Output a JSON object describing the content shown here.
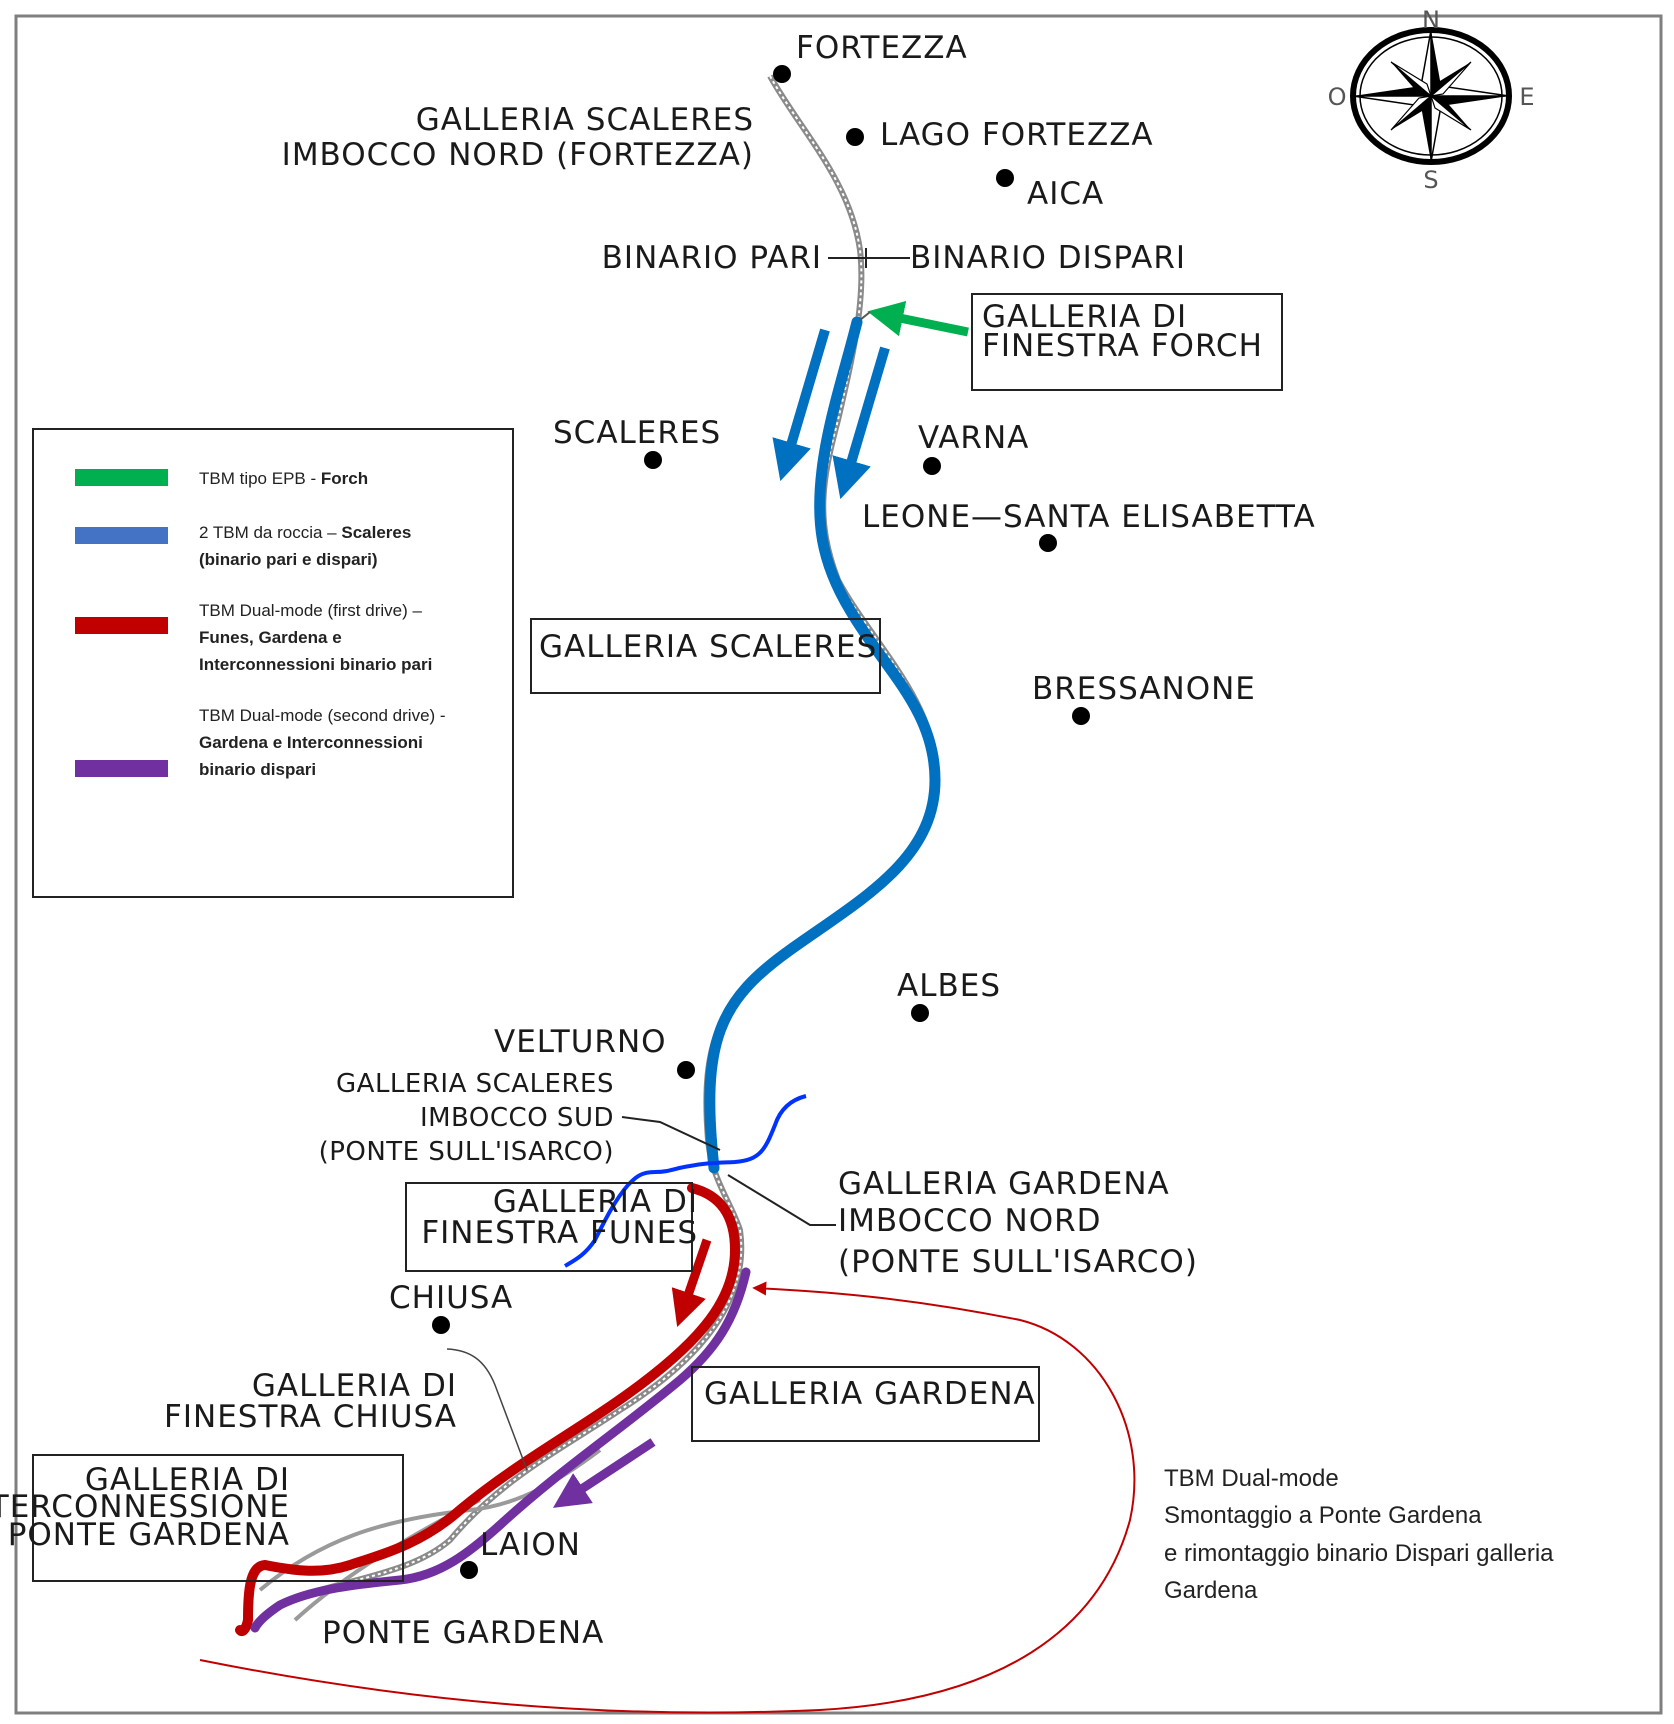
{
  "colors": {
    "green": "#00b050",
    "blue_tbm": "#0070c0",
    "legend_blue": "#4472c4",
    "red": "#c00000",
    "purple": "#7030a0",
    "river": "#0033ff",
    "alignment_gray": "#808080"
  },
  "compass": {
    "icon": "compass-rose-icon",
    "north": "N",
    "south": "S",
    "east": "E",
    "west": "O"
  },
  "places": [
    {
      "id": "fortezza",
      "label": "FORTEZZA"
    },
    {
      "id": "lago-fortezza",
      "label": "LAGO  FORTEZZA"
    },
    {
      "id": "aica",
      "label": "AICA"
    },
    {
      "id": "scaleres",
      "label": "SCALERES"
    },
    {
      "id": "varna",
      "label": "VARNA"
    },
    {
      "id": "leone-santa-elisabetta",
      "label": "LEONE—SANTA  ELISABETTA"
    },
    {
      "id": "bressanone",
      "label": "BRESSANONE"
    },
    {
      "id": "albes",
      "label": "ALBES"
    },
    {
      "id": "velturno",
      "label": "VELTURNO"
    },
    {
      "id": "chiusa",
      "label": "CHIUSA"
    },
    {
      "id": "laion",
      "label": "LAION"
    },
    {
      "id": "ponte-gardena",
      "label": "PONTE  GARDENA"
    }
  ],
  "annotations": {
    "imbocco_nord_fortezza": [
      "GALLERIA  SCALERES",
      "IMBOCCO  NORD  (FORTEZZA)"
    ],
    "binario_pari": "BINARIO  PARI",
    "binario_dispari": "BINARIO  DISPARI",
    "imbocco_sud": [
      "GALLERIA  SCALERES",
      "IMBOCCO  SUD",
      "(PONTE  SULL'ISARCO)"
    ],
    "gardena_imbocco_nord": [
      "GALLERIA  GARDENA",
      "IMBOCCO  NORD",
      "(PONTE  SULL'ISARCO)"
    ],
    "finestra_chiusa": [
      "GALLERIA  DI",
      "FINESTRA  CHIUSA"
    ]
  },
  "boxes": {
    "forch": [
      "GALLERIA  DI",
      "FINESTRA  FORCH"
    ],
    "scaleres": [
      "GALLERIA  SCALERES"
    ],
    "funes": [
      "GALLERIA  DI",
      "FINESTRA  FUNES"
    ],
    "gardena": [
      "GALLERIA  GARDENA"
    ],
    "interconnessione": [
      "GALLERIA  DI",
      "INTERCONNESSIONE",
      "DI  PONTE  GARDENA"
    ]
  },
  "legend": {
    "items": [
      {
        "color": "#00b050",
        "lines": [
          [
            {
              "t": "TBM tipo EPB - ",
              "b": false
            },
            {
              "t": "Forch",
              "b": true
            }
          ]
        ]
      },
      {
        "color": "#4472c4",
        "lines": [
          [
            {
              "t": "2 TBM da roccia – ",
              "b": false
            },
            {
              "t": "Scaleres",
              "b": true
            }
          ],
          [
            {
              "t": "(binario pari e dispari)",
              "b": true
            }
          ]
        ]
      },
      {
        "color": "#c00000",
        "lines": [
          [
            {
              "t": "TBM Dual-mode (first drive) –",
              "b": false
            }
          ],
          [
            {
              "t": "Funes, Gardena e",
              "b": true
            }
          ],
          [
            {
              "t": "Interconnessioni binario pari",
              "b": true
            }
          ]
        ]
      },
      {
        "color": "#7030a0",
        "lines": [
          [
            {
              "t": "TBM Dual-mode (second drive) -",
              "b": false
            }
          ],
          [
            {
              "t": "Gardena e Interconnessioni",
              "b": true
            }
          ],
          [
            {
              "t": "binario dispari",
              "b": true
            }
          ]
        ]
      }
    ]
  },
  "note": {
    "lines": [
      "TBM Dual-mode",
      "Smontaggio a Ponte Gardena",
      "e rimontaggio binario Dispari galleria",
      "Gardena"
    ]
  }
}
